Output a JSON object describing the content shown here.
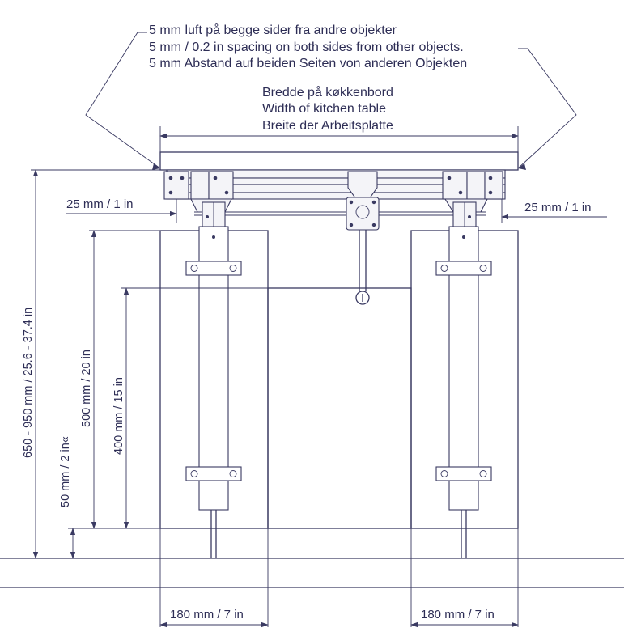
{
  "colors": {
    "line": "#3a3a62",
    "text": "#2d2d55",
    "background": "#ffffff"
  },
  "spacing_note": {
    "line_no": "5 mm luft på begge sider fra andre objekter",
    "line_en": "5 mm / 0.2 in spacing on both sides from other objects.",
    "line_de": "5 mm Abstand auf beiden Seiten von anderen Objekten"
  },
  "table_width": {
    "line_no": "Bredde på køkkenbord",
    "line_en": "Width of kitchen table",
    "line_de": "Breite der Arbeitsplatte"
  },
  "dimensions": {
    "offset_left": "25 mm / 1 in",
    "offset_right": "25 mm / 1 in",
    "total_height": "650 - 950 mm / 25.6 - 37.4 in",
    "height_500": "500 mm / 20 in",
    "height_400": "400 mm / 15 in",
    "height_50": "50 mm / 2 in«",
    "bottom_left": "180 mm / 7 in",
    "bottom_right": "180 mm / 7 in"
  }
}
